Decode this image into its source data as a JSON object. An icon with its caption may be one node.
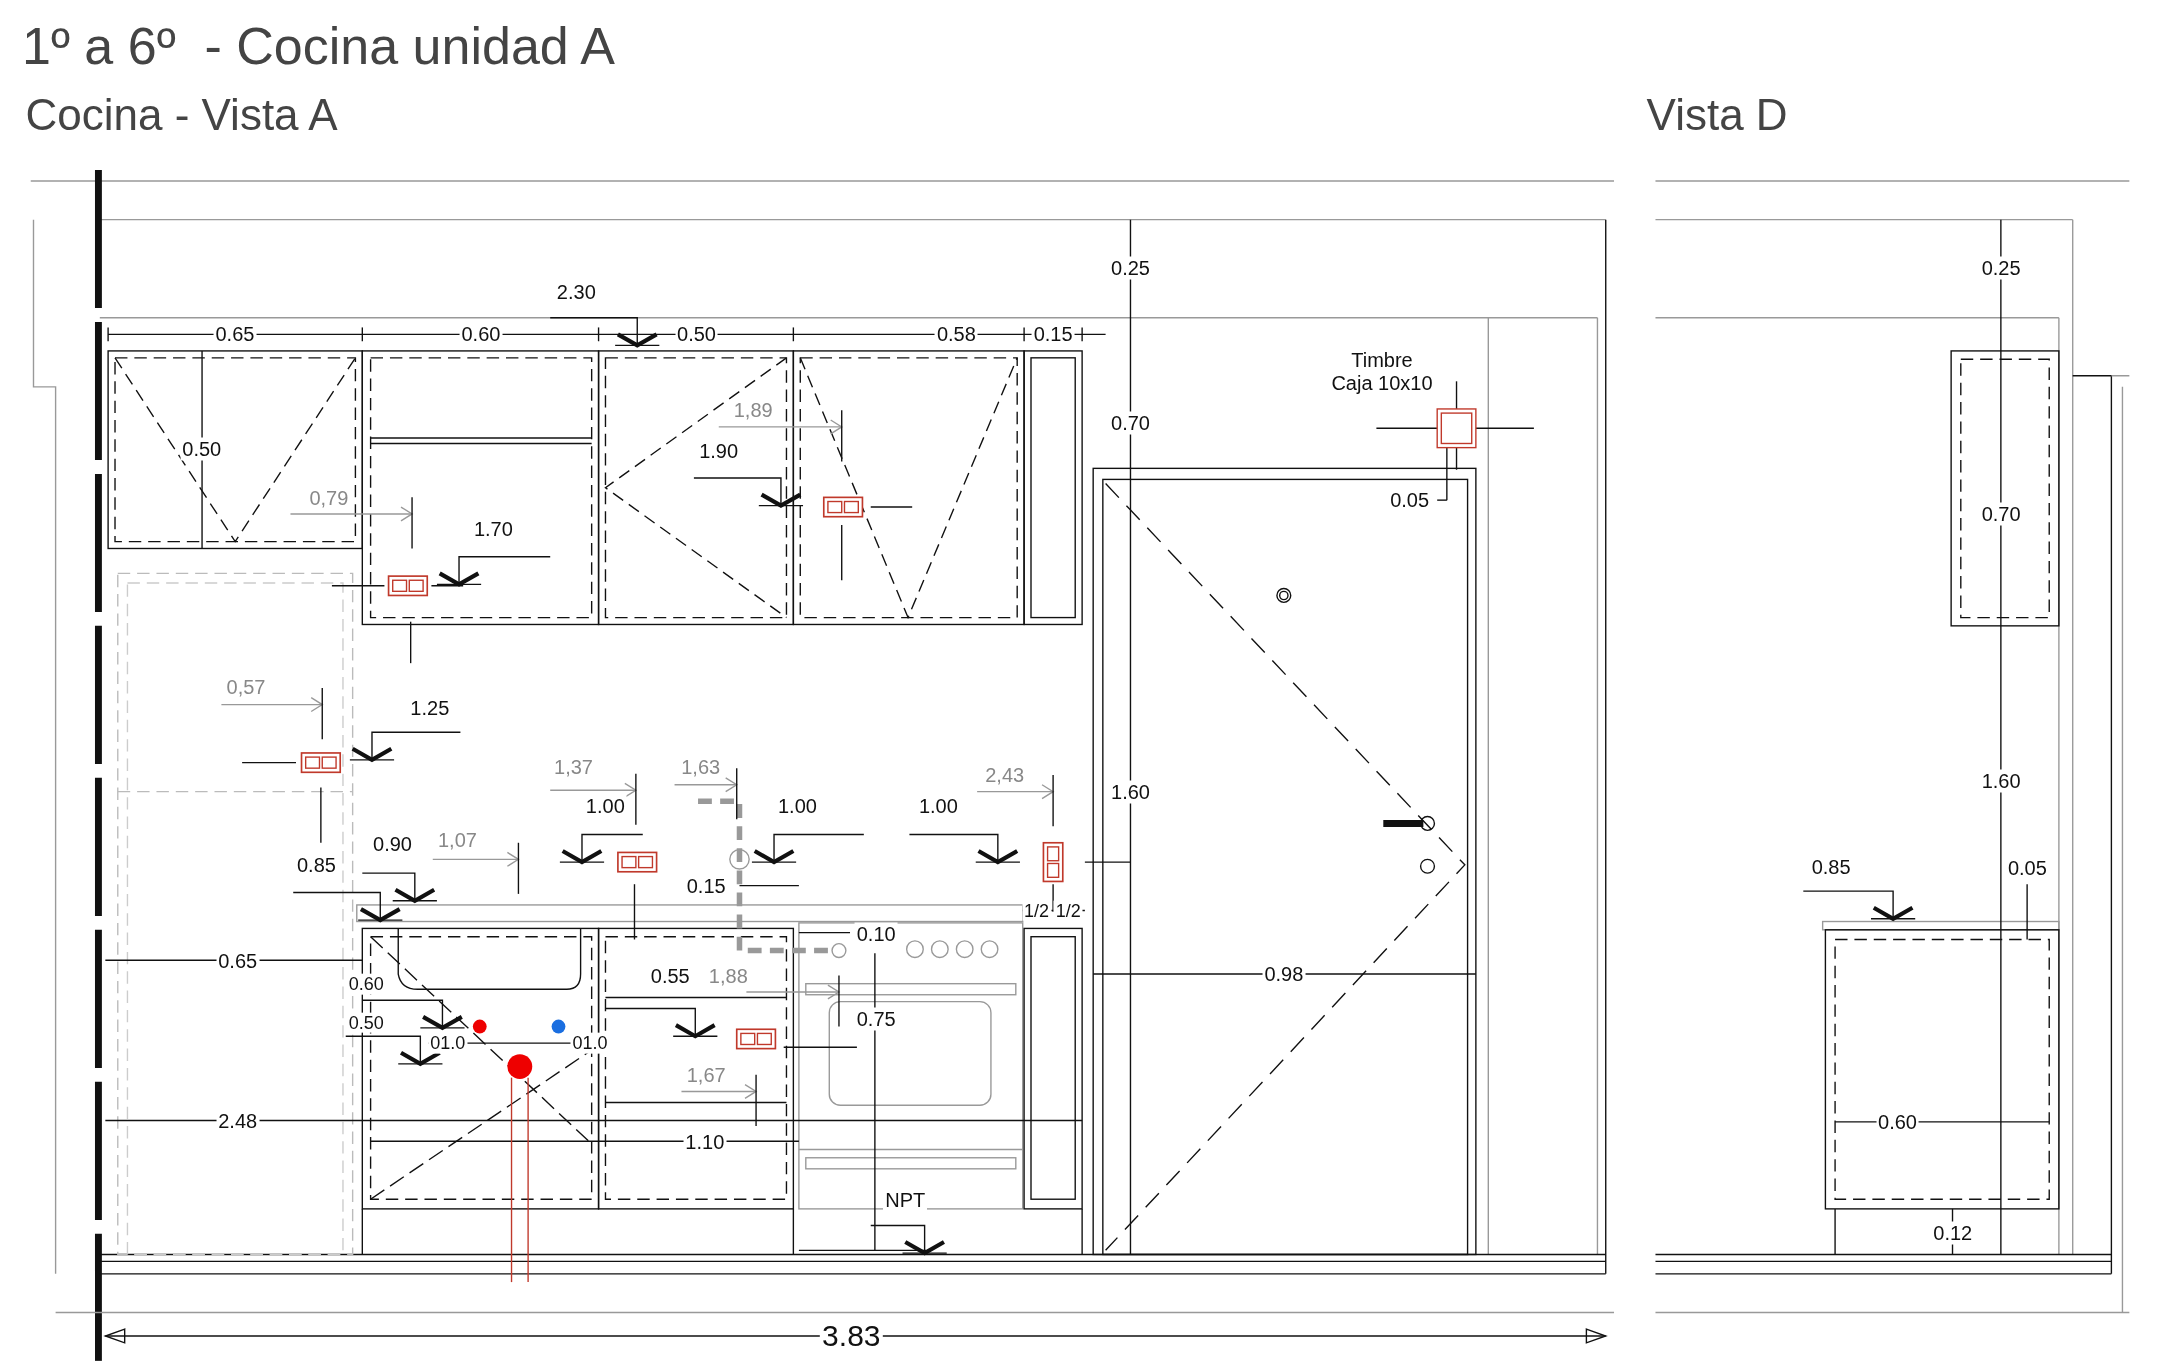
{
  "diagram": {
    "title": "1º a 6º  - Cocina unidad A",
    "labels": [
      "Cocina - Vista A",
      "Vista D",
      "2.30",
      "0.65",
      "0.60",
      "0.50",
      "0.58",
      "0.15",
      "0.25",
      "Timbre Caja 10x10",
      "1,89",
      "0.70",
      "0.50",
      "1.90",
      "0,79",
      "0.05",
      "1.70",
      "0,57",
      "1.25",
      "1,37",
      "1,63",
      "2,43",
      "1.00",
      "1.00",
      "1.00",
      "1.60",
      "0.90",
      "1,07",
      "0.85",
      "0.15",
      "1/2",
      "1/2",
      "0.10",
      "0.65",
      "0.98",
      "0.60",
      "0.55",
      "1,88",
      "0.50",
      "0.75",
      "01.0",
      "01.0",
      "1,67",
      "2.48",
      "1.10",
      "NPT",
      "3.83",
      "0.25",
      "0.70",
      "1.60",
      "0.85",
      "0.05",
      "0.60",
      "0.12"
    ]
  }
}
